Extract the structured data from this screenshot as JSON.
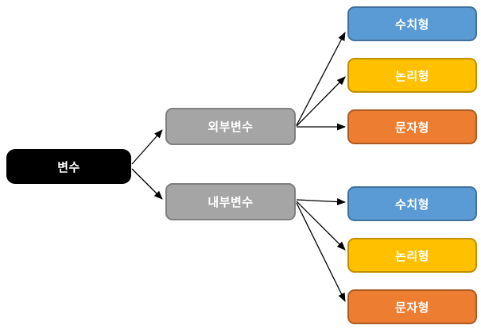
{
  "diagram": {
    "background": "#FFFFFF",
    "arrow_color": "#000000",
    "root": {
      "label": "변수",
      "fill": "#000000",
      "text_color": "#FFFFFF"
    },
    "level2": [
      {
        "label": "외부변수",
        "fill": "#A5A5A5",
        "border": "#7F7F7F",
        "text_color": "#FFFFFF"
      },
      {
        "label": "내부변수",
        "fill": "#A5A5A5",
        "border": "#7F7F7F",
        "text_color": "#FFFFFF"
      }
    ],
    "level3": [
      {
        "label": "수치형",
        "fill": "#5B9BD5",
        "border": "#41719C",
        "text_color": "#FFFFFF"
      },
      {
        "label": "논리형",
        "fill": "#FFC000",
        "border": "#BF9000",
        "text_color": "#FFFFFF"
      },
      {
        "label": "문자형",
        "fill": "#ED7D31",
        "border": "#AE5A21",
        "text_color": "#FFFFFF"
      },
      {
        "label": "수치형",
        "fill": "#5B9BD5",
        "border": "#41719C",
        "text_color": "#FFFFFF"
      },
      {
        "label": "논리형",
        "fill": "#FFC000",
        "border": "#BF9000",
        "text_color": "#FFFFFF"
      },
      {
        "label": "문자형",
        "fill": "#ED7D31",
        "border": "#AE5A21",
        "text_color": "#FFFFFF"
      }
    ],
    "edges": [
      {
        "from": "변수",
        "to": "외부변수"
      },
      {
        "from": "변수",
        "to": "내부변수"
      },
      {
        "from": "외부변수",
        "to": "수치형"
      },
      {
        "from": "외부변수",
        "to": "논리형"
      },
      {
        "from": "외부변수",
        "to": "문자형"
      },
      {
        "from": "내부변수",
        "to": "수치형"
      },
      {
        "from": "내부변수",
        "to": "논리형"
      },
      {
        "from": "내부변수",
        "to": "문자형"
      }
    ]
  }
}
